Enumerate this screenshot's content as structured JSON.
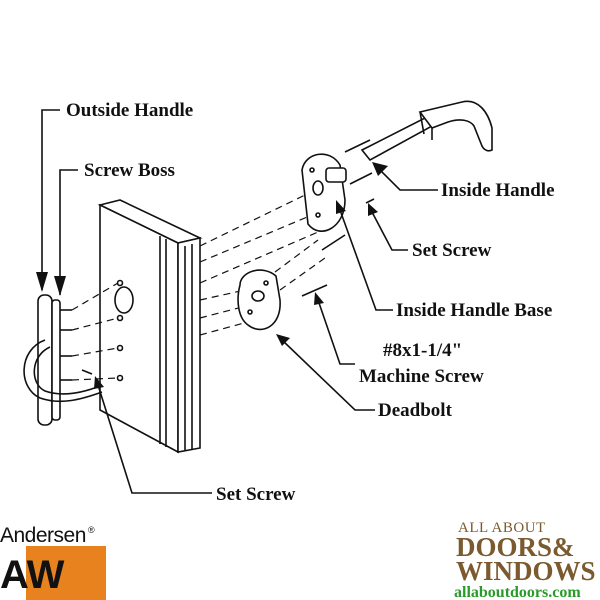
{
  "labels": {
    "outside_handle": "Outside Handle",
    "screw_boss": "Screw Boss",
    "inside_handle": "Inside Handle",
    "set_screw_top": "Set Screw",
    "inside_handle_base": "Inside Handle Base",
    "screw_size": "#8x1-1/4\"",
    "machine_screw": "Machine Screw",
    "deadbolt": "Deadbolt",
    "set_screw_bottom": "Set Screw"
  },
  "logo": {
    "brand": "Andersen",
    "mark": "AW",
    "registered": "®"
  },
  "watermark": {
    "line1": "ALL ABOUT",
    "line2": "DOORS&",
    "line3": "WINDOWS",
    "url": "allaboutdoors.com",
    "brand_color": "#7a5a2e",
    "url_color": "#2a9a2a",
    "logo_orange": "#e8821e"
  }
}
